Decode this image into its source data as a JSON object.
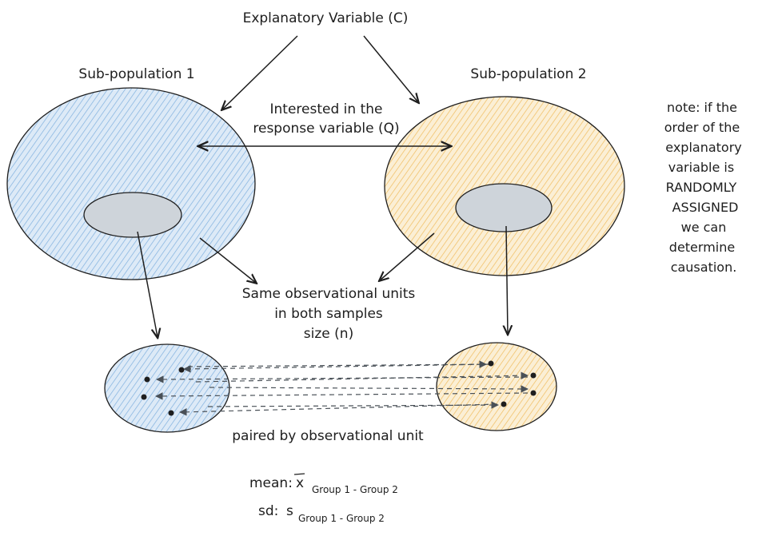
{
  "title": "Explanatory Variable (C)",
  "left_population": {
    "label": "Sub-population 1",
    "fill": "#a5c8e8"
  },
  "right_population": {
    "label": "Sub-population 2",
    "fill": "#f5d28e"
  },
  "response_text": [
    "Interested in the",
    "response variable (Q)"
  ],
  "units_text": [
    "Same observational units",
    "in both samples",
    "size (n)"
  ],
  "paired_text": "paired by observational unit",
  "note_lines": [
    "note: if the",
    "order of the",
    "explanatory",
    "variable is",
    "RANDOMLY",
    "ASSIGNED",
    "we can",
    "determine",
    "causation."
  ],
  "mean_label": "mean:",
  "mean_symbol": "x",
  "sd_label": "sd:",
  "sd_symbol": "s",
  "subscript": "Group 1 - Group 2",
  "colors": {
    "stroke": "#1e1e1e",
    "sample_gray": "#ced4da",
    "blue_hatch": "#7fb0de",
    "orange_hatch": "#f0bc5e"
  }
}
